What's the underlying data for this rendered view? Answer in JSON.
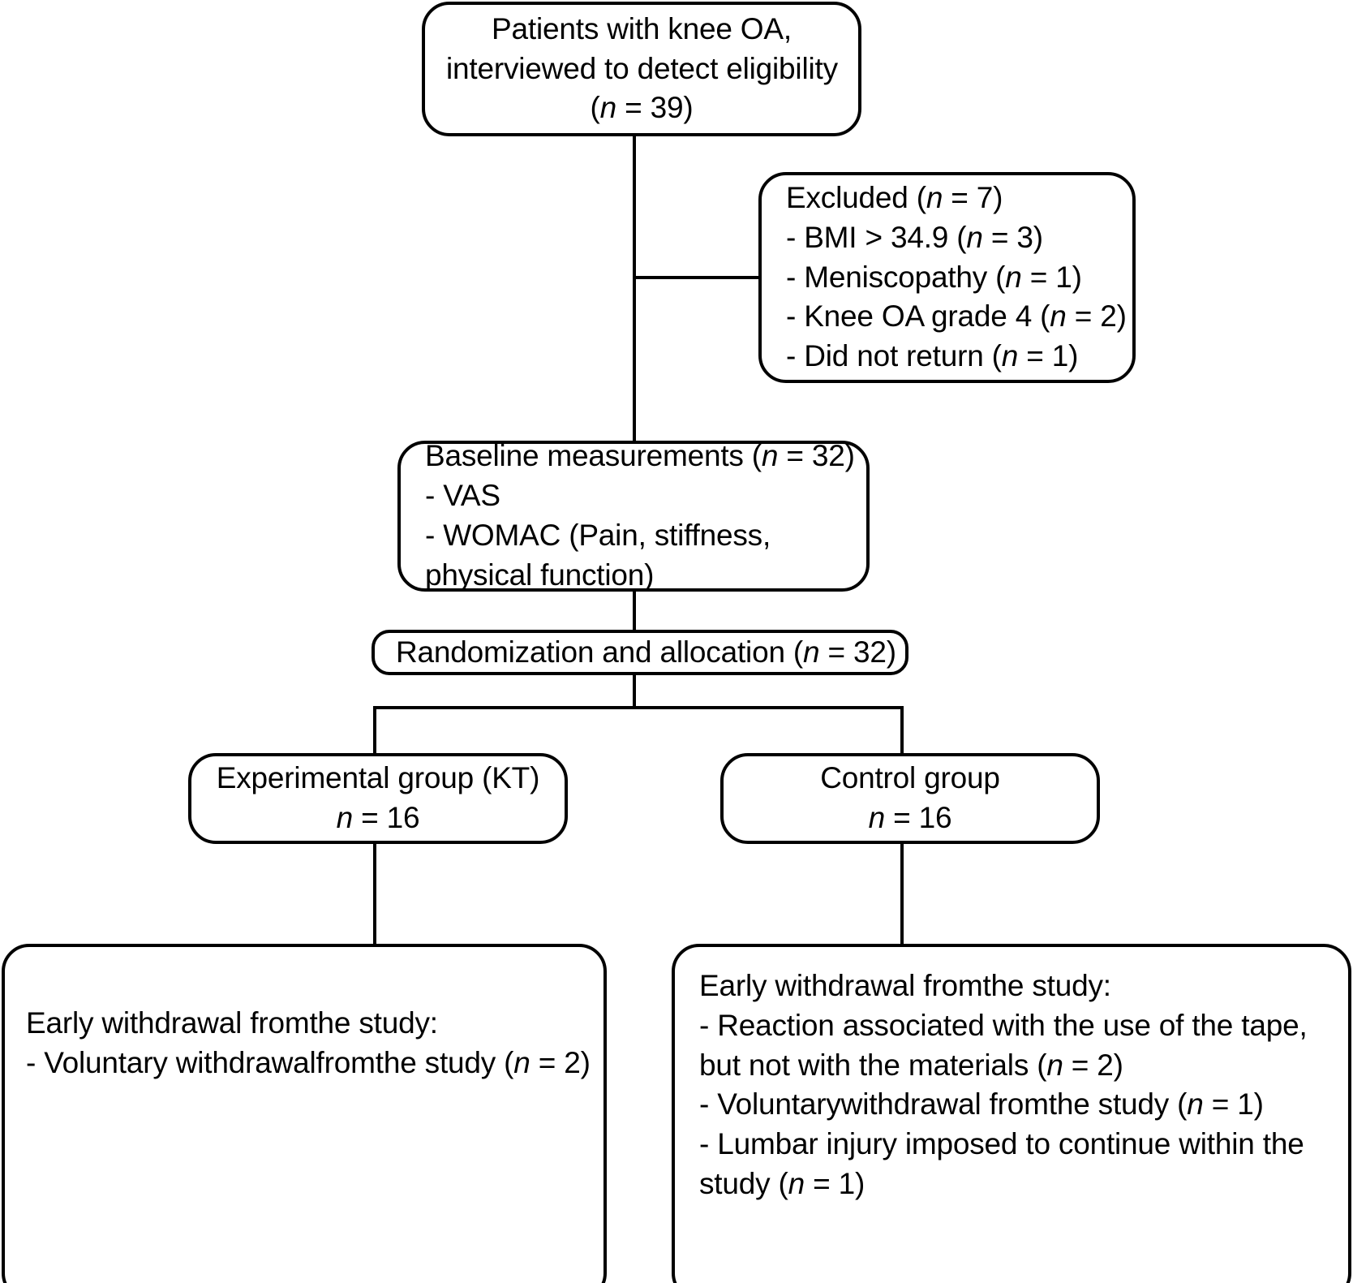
{
  "diagram": {
    "type": "flowchart",
    "title": "CONSORT participant flow diagram",
    "line_color": "#000000",
    "box_fill": "#ffffff",
    "text_color": "#000000"
  },
  "nodes": {
    "enrollment": {
      "lines": [
        "Patients with knee OA,",
        "interviewed to detect eligibility",
        "(n = 39)"
      ],
      "n": 39
    },
    "excluded": {
      "lines": [
        "Excluded (n = 7)",
        "- BMI > 34.9 (n = 3)",
        "- Meniscopathy (n = 1)",
        "- Knee OA grade 4 (n = 2)",
        "- Did not return (n = 1)"
      ],
      "n": 7
    },
    "baseline": {
      "lines": [
        "Baseline measurements (n = 32)",
        "- VAS",
        "- WOMAC (Pain, stiffness,",
        "physical function)"
      ],
      "n": 32
    },
    "randomization": {
      "lines": [
        "Randomization and allocation (n = 32)"
      ],
      "n": 32
    },
    "experimental": {
      "lines": [
        "Experimental group (KT)",
        "n = 16"
      ],
      "n": 16
    },
    "control": {
      "lines": [
        "Control group",
        "n = 16"
      ],
      "n": 16
    },
    "withdrawal_experimental": {
      "lines": [
        "Early withdrawal fromthe study:",
        "- Voluntary withdrawalfromthe study (n = 2)"
      ]
    },
    "withdrawal_control": {
      "lines": [
        "Early withdrawal fromthe study:",
        "- Reaction associated with the use of the tape, but not with the materials (n = 2)",
        "- Voluntarywithdrawal fromthe study (n = 1)",
        "- Lumbar injury imposed to continue within the study (n = 1)"
      ]
    }
  }
}
